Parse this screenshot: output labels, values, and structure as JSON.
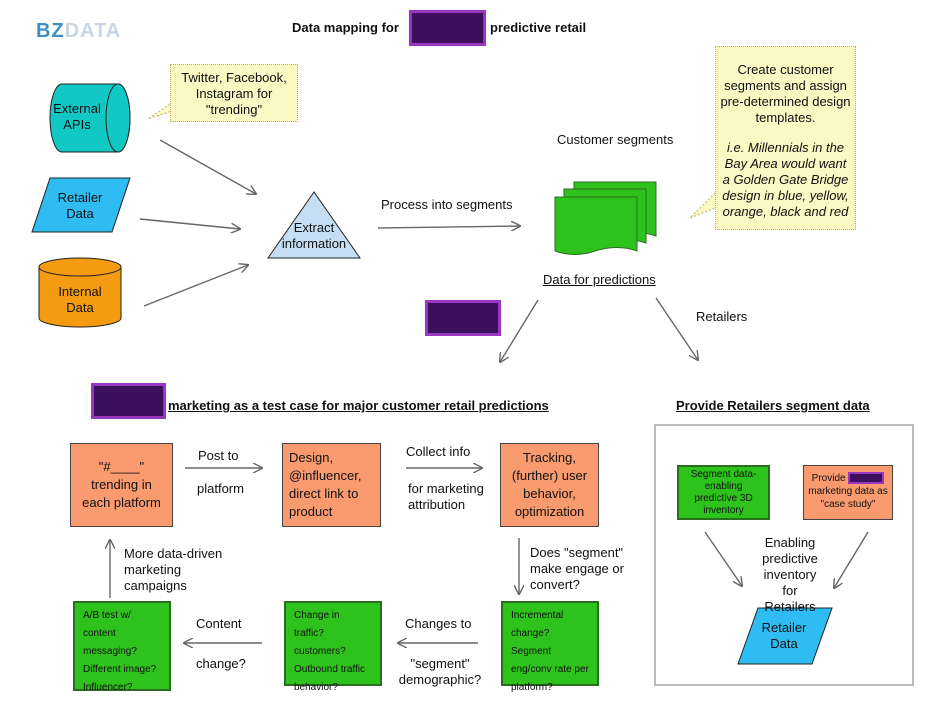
{
  "logo": {
    "bz": "BZ",
    "data": "DATA"
  },
  "title": {
    "left": "Data mapping for",
    "right": "predictive retail"
  },
  "sources": {
    "external_apis": "External APIs",
    "retailer_data": "Retailer Data",
    "internal_data": "Internal Data"
  },
  "social_note": "Twitter, Facebook, Instagram for \"trending\"",
  "extract": "Extract information",
  "process_label": "Process into segments",
  "customer_segments": "Customer segments",
  "data_for_predictions": "Data for predictions",
  "segment_note_main": "Create customer segments and assign pre-determined design templates.",
  "segment_note_example": "i.e. Millennials in the Bay Area would want a Golden Gate Bridge design in blue, yellow, orange, black and red",
  "retailers_label": "Retailers",
  "marketing_heading": "marketing as a test case for major customer retail predictions",
  "provide_heading": "Provide Retailers segment data",
  "flow": {
    "box1": "\"#____\" trending in each platform",
    "post_to": "Post to",
    "platform": "platform",
    "box2": "Design, @influencer, direct link to product",
    "collect_info": "Collect info",
    "for_marketing": "for marketing attribution",
    "box3": "Tracking, (further) user behavior, optimization",
    "does_segment": "Does \"segment\" make engage or convert?",
    "box4": "Incremental change? Segment eng/conv rate per platform?",
    "changes_to": "Changes to",
    "segment_demo": "\"segment\" demographic?",
    "box5": "Change in traffic? customers? Outbound traffic behavior?",
    "content": "Content",
    "change": "change?",
    "box6": "A/B test w/ content messaging? Different image? Influencer?",
    "more_data": "More data-driven marketing campaigns"
  },
  "retail_panel": {
    "seg_box": "Segment data-enabling predictive 3D inventory",
    "provide_pre": "Provide",
    "provide_post": "marketing data as \"case study\"",
    "enabling": "Enabling predictive inventory for Retailers",
    "retailer_data": "Retailer Data"
  },
  "colors": {
    "teal": "#12c8c4",
    "blue": "#2fbcf2",
    "orange": "#f59b12",
    "lightblue": "#c5def4",
    "green": "#2ec21c",
    "salmon": "#f99a6f",
    "note": "#fbf8c4",
    "redact": "#3b0f5c"
  }
}
